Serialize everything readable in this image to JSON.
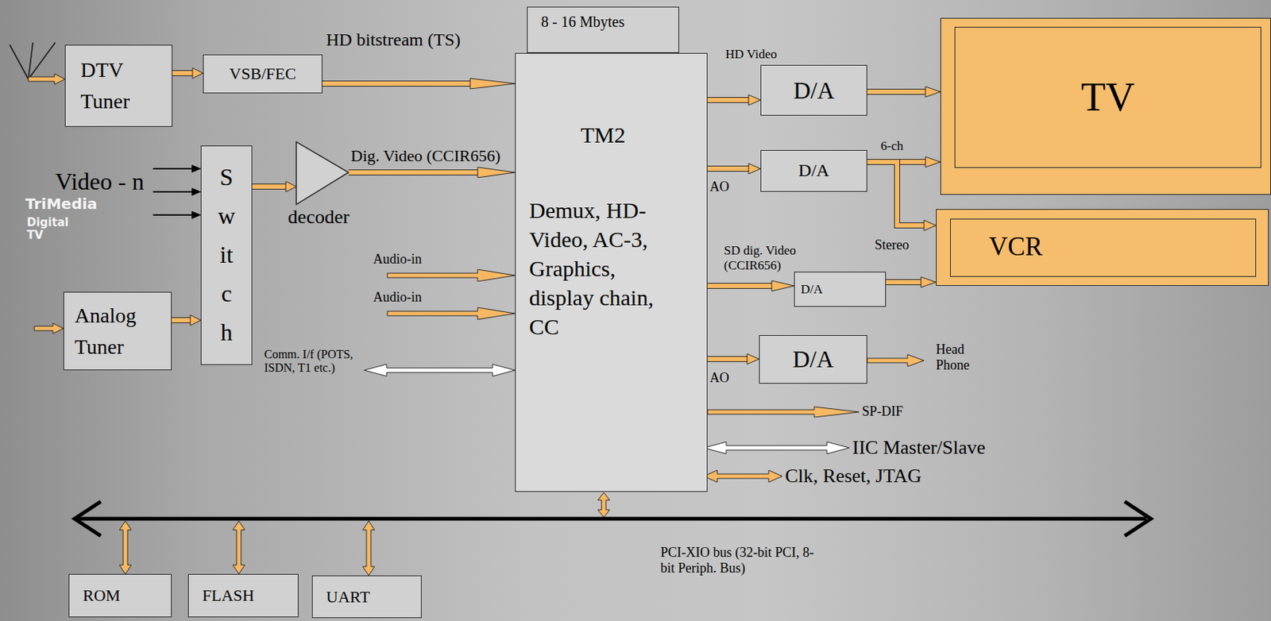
{
  "diagram": {
    "nodes": [
      {
        "text": [
          "DTV Tuner"
        ]
      },
      {
        "text": [
          "VSB/FEC"
        ]
      },
      {
        "text": [
          "8 - 16 Mbytes"
        ]
      },
      {
        "text": [
          "TM2",
          "Demux, HD-Video, AC-3, Graphics, display chain, CC"
        ]
      },
      {
        "text": [
          "D/A"
        ]
      },
      {
        "text": [
          "TV"
        ]
      },
      {
        "text": [
          "S w it c h"
        ]
      },
      {
        "text": [
          "decoder"
        ]
      },
      {
        "text": [
          "D/A"
        ]
      },
      {
        "text": [
          "VCR"
        ]
      },
      {
        "text": [
          "D/A"
        ]
      },
      {
        "text": [
          "Analog Tuner"
        ]
      },
      {
        "text": [
          "D/A"
        ]
      },
      {
        "text": [
          "ROM"
        ]
      },
      {
        "text": [
          "FLASH"
        ]
      },
      {
        "text": [
          "UART"
        ]
      }
    ],
    "edges": [
      {
        "from": 0,
        "to": 1,
        "arrow": "to"
      },
      {
        "from": 1,
        "to": 3,
        "label": "HD bitstream (TS)",
        "arrow": "to"
      },
      {
        "from": 6,
        "to": 7,
        "arrow": "to"
      },
      {
        "from": 7,
        "to": 3,
        "label": "Dig. Video (CCIR656)",
        "arrow": "to"
      },
      {
        "from": 11,
        "to": 6,
        "arrow": "to"
      },
      {
        "from": 3,
        "to": 4,
        "label": "HD Video",
        "arrow": "to"
      },
      {
        "from": 4,
        "to": 5,
        "arrow": "to"
      },
      {
        "from": 3,
        "to": 8,
        "label": "AO",
        "arrow": "to"
      },
      {
        "from": 8,
        "to": 5,
        "label": "6-ch",
        "arrow": "to"
      },
      {
        "from": 8,
        "to": 9,
        "label": "Stereo",
        "arrow": "to"
      },
      {
        "from": 3,
        "to": 10,
        "label": "SD dig. Video (CCIR656)",
        "arrow": "to"
      },
      {
        "from": 10,
        "to": 9,
        "arrow": "to"
      },
      {
        "from": 3,
        "to": 12,
        "label": "AO",
        "arrow": "to"
      }
    ],
    "labels": [
      "Video - n",
      "Audio-in",
      "Audio-in",
      "Comm. I/f (POTS, ISDN, T1 etc.)",
      "Head Phone",
      "SP-DIF",
      "IIC Master/Slave",
      "Clk, Reset, JTAG",
      "PCI-XIO bus (32-bit PCI, 8-bit Periph. Bus)",
      "TriMedia",
      "Digital TV"
    ]
  }
}
